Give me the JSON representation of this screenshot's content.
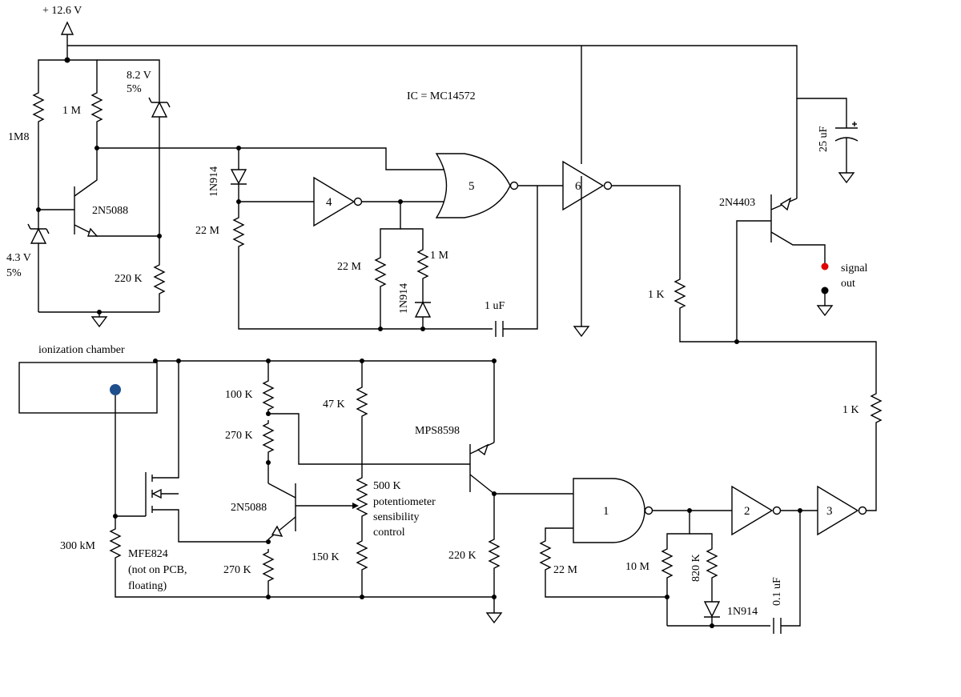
{
  "labels": {
    "supply": "+ 12.6 V",
    "ic": "IC = MC14572",
    "zener_top": "8.2 V",
    "zener_top_tol": "5%",
    "zener_bot": "4.3 V",
    "zener_bot_tol": "5%",
    "r_1m8": "1M8",
    "r_1m_top": "1 M",
    "q_2n5088_top": "2N5088",
    "r_220k_top": "220 K",
    "d_1n914_a": "1N914",
    "r_22m_a": "22 M",
    "r_22m_b": "22 M",
    "r_1m_b": "1 M",
    "d_1n914_b": "1N914",
    "c_1uf": "1 uF",
    "gate_4": "4",
    "gate_5": "5",
    "gate_6": "6",
    "c_25uf": "25 uF",
    "q_2n4403": "2N4403",
    "signal_out_1": "signal",
    "signal_out_2": "out",
    "r_1k_a": "1 K",
    "r_1k_b": "1 K",
    "ion_chamber": "ionization chamber",
    "r_100k": "100 K",
    "r_270k_a": "270 K",
    "r_47k": "47 K",
    "q_mps8598": "MPS8598",
    "pot_500k": "500 K",
    "pot_desc_1": "potentiometer",
    "pot_desc_2": "sensibility",
    "pot_desc_3": "control",
    "q_2n5088_bot": "2N5088",
    "r_300km": "300 kM",
    "mfe_1": "MFE824",
    "mfe_2": "(not on PCB,",
    "mfe_3": "floating)",
    "r_270k_b": "270 K",
    "r_150k": "150 K",
    "r_220k_bot": "220 K",
    "r_22m_c": "22 M",
    "r_10m": "10 M",
    "r_820k": "820 K",
    "d_1n914_c": "1N914",
    "c_0_1uf": "0.1 uF",
    "gate_1": "1",
    "gate_2": "2",
    "gate_3": "3"
  },
  "colors": {
    "wire": "#000000",
    "signal_out_dot": "#e00000",
    "chamber_electrode": "#1f4e8c"
  }
}
